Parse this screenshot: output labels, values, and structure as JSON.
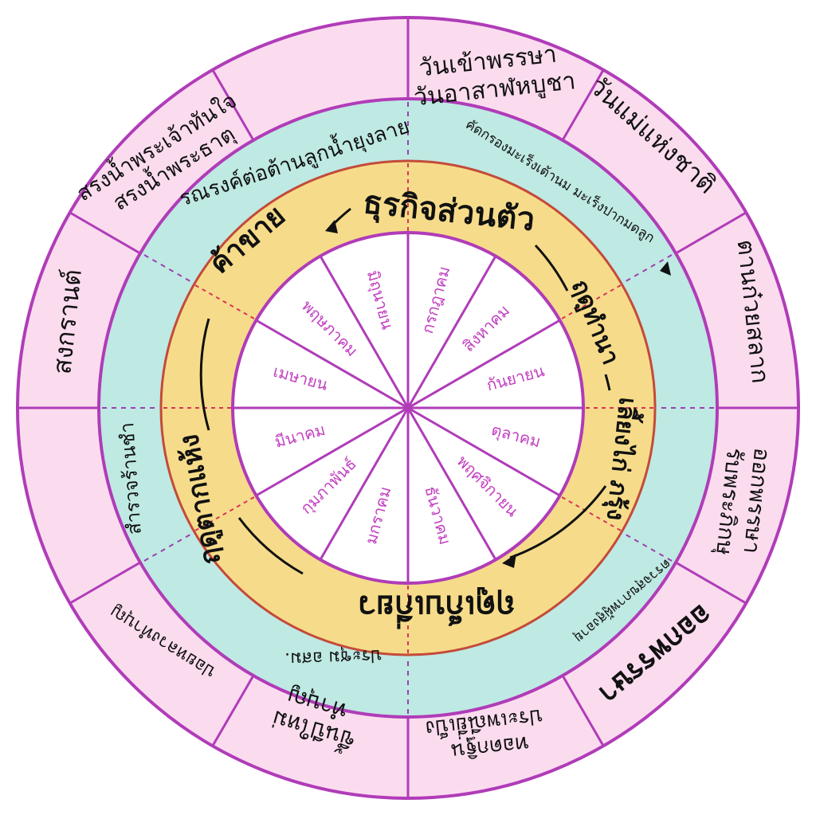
{
  "colors": {
    "outer_ring": "#fbdcef",
    "teal_ring": "#bfe9e3",
    "gold_ring": "#f6dc8a",
    "center": "#ffffff",
    "line_purple": "#b03cb8",
    "month_text": "#c23fc0",
    "dash_purple": "#9a3fb0",
    "dash_red": "#d9345a",
    "ink": "#111111"
  },
  "months": [
    "มกราคม",
    "กุมภาพันธ์",
    "มีนาคม",
    "เมษายน",
    "พฤษภาคม",
    "มิถุนายน",
    "กรกฎาคม",
    "สิงหาคม",
    "กันยายน",
    "ตุลาคม",
    "พฤศจิกายน",
    "ธันวาคม"
  ],
  "seasons": {
    "business": "ธุรกิจส่วนตัว",
    "farming": "ฤดูทำนา",
    "raising": "เลี้ยงไก่ ภรุ้ง",
    "harvest": "ฤดูเก็บเกี่ยว",
    "selling": "ฤดูตากแห้ง",
    "trade": "ค้าขาย"
  },
  "activities": {
    "mosquito": "รณรงค์ต่อต้านลูกน้ำยุงลาย",
    "cancer_screen": "คัดกรองมะเร็งเต้านม มะเร็งปากมดลูก",
    "elder_ceremony": "ตรวจสุขภาพผู้สูงอายุ",
    "new_year": "ประชุม อสม.",
    "shop": "สำรวจร้านชำ"
  },
  "events": {
    "buddhist_lent": "วันเข้าพรรษา\nวันอาสาฬหบูชา",
    "mothers_day": "วันแม่แห่งชาติ",
    "salak": "ตานก๋วยสลาก",
    "end_lent": "ออกพรรษา\nรับพระภิกษุ",
    "loy": "ออกพรรษา",
    "kathin": "ทอดกฐิน\nประเพณียี่เป็ง",
    "new_year": "ขึ้นปีใหม่\nทำบุญ",
    "elders": "ปอยหลวงทำบุญ",
    "songkran": "สงกรานต์",
    "relic": "สรงน้ำพระเจ้าทันใจ\nสรงน้ำพระธาตุ"
  }
}
